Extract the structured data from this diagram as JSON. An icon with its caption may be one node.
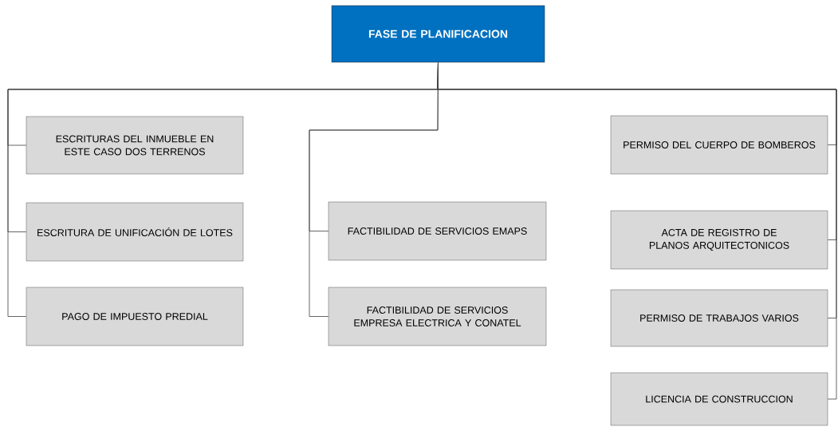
{
  "diagram": {
    "nodes": [
      {
        "text": [
          "FASE DE PLANIFICACION"
        ]
      },
      {
        "text": [
          "ESCRITURAS DEL INMUEBLE EN ESTE CASO DOS TERRENOS"
        ]
      },
      {
        "text": [
          "ESCRITURA DE UNIFICACIÓN DE LOTES"
        ]
      },
      {
        "text": [
          "PAGO DE IMPUESTO PREDIAL"
        ]
      },
      {
        "text": [
          "FACTIBILIDAD DE SERVICIOS EMAPS"
        ]
      },
      {
        "text": [
          "FACTIBILIDAD DE SERVICIOS EMPRESA ELECTRICA Y CONATEL"
        ]
      },
      {
        "text": [
          "PERMISO DEL CUERPO DE BOMBEROS"
        ]
      },
      {
        "text": [
          "ACTA DE REGISTRO DE PLANOS ARQUITECTONICOS"
        ]
      },
      {
        "text": [
          "PERMISO DE TRABAJOS VARIOS"
        ]
      },
      {
        "text": [
          "LICENCIA DE CONSTRUCCION"
        ]
      }
    ],
    "edges": [
      {
        "from": 0,
        "to": 1,
        "arrow": "none"
      },
      {
        "from": 0,
        "to": 2,
        "arrow": "none"
      },
      {
        "from": 0,
        "to": 3,
        "arrow": "none"
      },
      {
        "from": 0,
        "to": 4,
        "arrow": "none"
      },
      {
        "from": 0,
        "to": 5,
        "arrow": "none"
      },
      {
        "from": 0,
        "to": 6,
        "arrow": "none"
      },
      {
        "from": 0,
        "to": 7,
        "arrow": "none"
      },
      {
        "from": 0,
        "to": 8,
        "arrow": "none"
      },
      {
        "from": 0,
        "to": 9,
        "arrow": "none"
      }
    ]
  }
}
